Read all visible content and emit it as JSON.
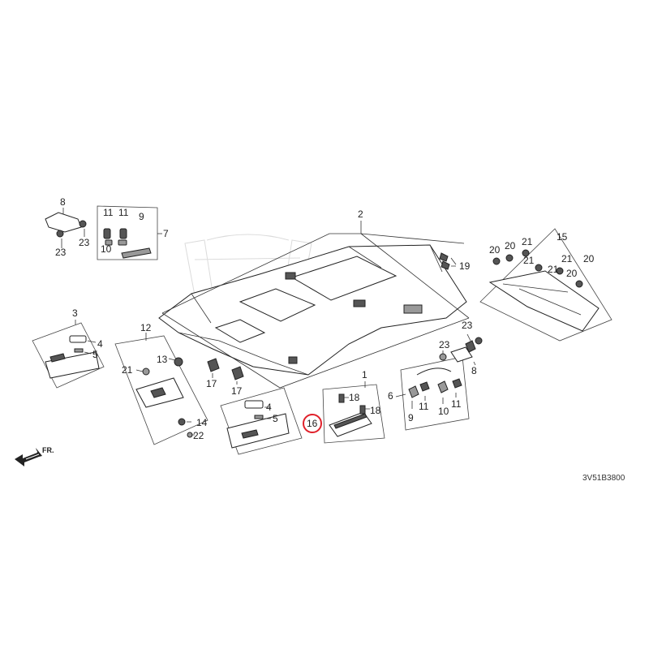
{
  "callouts": {
    "c1": "1",
    "c2": "2",
    "c3": "3",
    "c4a": "4",
    "c4b": "4",
    "c5a": "5",
    "c5b": "5",
    "c6": "6",
    "c7": "7",
    "c8a": "8",
    "c8b": "8",
    "c9a": "9",
    "c9b": "9",
    "c10a": "10",
    "c10b": "10",
    "c11a": "11",
    "c11b": "11",
    "c11c": "11",
    "c11d": "11",
    "c12": "12",
    "c13": "13",
    "c14": "14",
    "c15": "15",
    "c16": "16",
    "c17a": "17",
    "c17b": "17",
    "c18a": "18",
    "c18b": "18",
    "c19": "19",
    "c20a": "20",
    "c20b": "20",
    "c20c": "20",
    "c20d": "20",
    "c21a": "21",
    "c21b": "21",
    "c21c": "21",
    "c21d": "21",
    "c21e": "21",
    "c22": "22",
    "c23a": "23",
    "c23b": "23",
    "c23c": "23",
    "c23d": "23"
  },
  "front_label": "FR.",
  "diagram_code": "3V51B3800",
  "highlight": {
    "part": "16",
    "color": "#e0202a"
  },
  "icons": {
    "direction_arrow": "arrow-left-down-icon",
    "watermark": "honda-logo-icon"
  }
}
